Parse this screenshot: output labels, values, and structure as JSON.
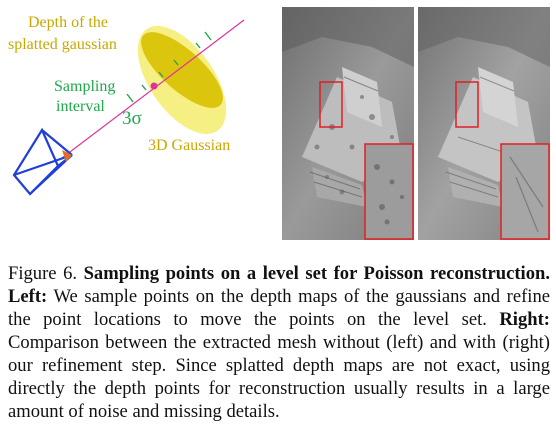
{
  "figure": {
    "labels": {
      "depth": "Depth of the splatted gaussian",
      "depth_line1": "Depth of the",
      "depth_line2": "splatted gaussian",
      "sampling_line1": "Sampling",
      "sampling_line2": "interval",
      "three_sigma": "3σ",
      "gaussian": "3D Gaussian"
    },
    "colors": {
      "gaussian_fill": "#f4ec6e",
      "depth_disc": "#d8c000",
      "ray": "#e0339a",
      "camera": "#1f3fd8",
      "interval_green": "#1fa84a",
      "highlight_box": "#e02020"
    }
  },
  "caption": {
    "figure_label": "Figure 6.",
    "title": "Sampling points on a level set for Poisson reconstruction.",
    "left_label": "Left:",
    "left_text": "We sample points on the depth maps of the gaussians and refine the point locations to move the points on the level set.",
    "right_label": "Right:",
    "right_text": "Comparison between the extracted mesh without (left) and with (right) our refinement step. Since splatted depth maps are not exact, using directly the depth points for reconstruction usually results in a large amount of noise and missing details."
  }
}
